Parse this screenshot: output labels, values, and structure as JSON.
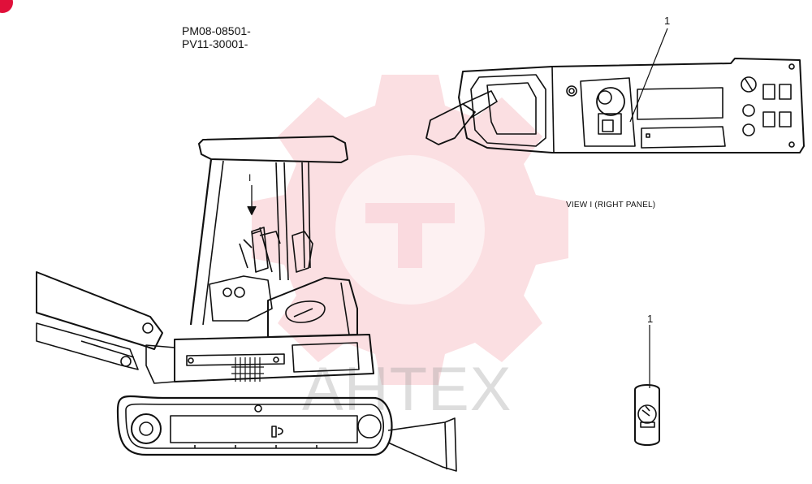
{
  "serial_numbers": [
    "PM08-08501-",
    "PV11-30001-"
  ],
  "view_caption": "VIEW   I (RIGHT PANEL)",
  "view_arrow_label": "I",
  "callouts": [
    {
      "number": "1",
      "target": "right-panel-part"
    },
    {
      "number": "1",
      "target": "part-detail"
    }
  ],
  "watermark": {
    "text": "AHTEX",
    "color": "#f5b8c0",
    "text_color": "#9a9a9a"
  },
  "colors": {
    "line": "#111111",
    "accent": "#e0103a"
  }
}
